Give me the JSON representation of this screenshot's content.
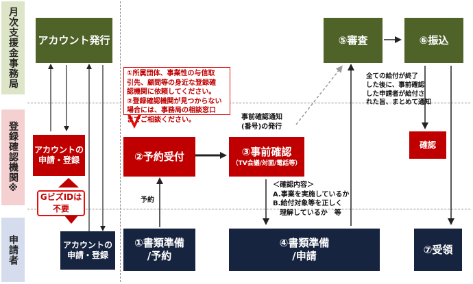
{
  "lanes": {
    "office": "月次支援金事務局",
    "registrar": "登録確認機関※",
    "applicant": "申請者"
  },
  "boxes": {
    "account_issue": "アカウント発行",
    "review": "⑤審査",
    "transfer": "⑥振込",
    "account_reg_registrar": [
      "アカウントの",
      "申請・登録"
    ],
    "reservation": "②予約受付",
    "pre_check": "③事前確認",
    "pre_check_sub": "（TV会議/対面/電話等）",
    "confirm": "確認",
    "account_reg_applicant": [
      "アカウントの",
      "申請・登録"
    ],
    "docs_reserve": [
      "①書類準備",
      "/予約"
    ],
    "docs_apply": [
      "④書類準備",
      "/申請"
    ],
    "receive": "⑦受領"
  },
  "callout": {
    "lines": [
      "①所属団体、事業性の与信取",
      "引先、顧問等の身近な登録確",
      "認機関に依頼してください。",
      "②登録確認機関が見つからない",
      "場合には、事務局の相談窓口",
      "までご相談ください。"
    ]
  },
  "gbiz": [
    "GビズIDは",
    "不要"
  ],
  "notes": {
    "reserve": "予約",
    "notice": [
      "事前確認通知",
      "(番号)の発行"
    ],
    "check_content": [
      "＜確認内容＞",
      "A.事業を実施しているか",
      "B.給付対象等を正しく",
      "　理解しているか　等"
    ],
    "payout": [
      "全ての給付が終了",
      "した後に、事前確認",
      "した申請者が給付さ",
      "れた旨、まとめて通知"
    ]
  },
  "colors": {
    "green": "#4f6228",
    "red": "#c00000",
    "navy": "#17243f",
    "lane_top": "#dde5c8",
    "lane_mid": "#f5d0d0",
    "lane_bottom": "#d4dcee"
  }
}
